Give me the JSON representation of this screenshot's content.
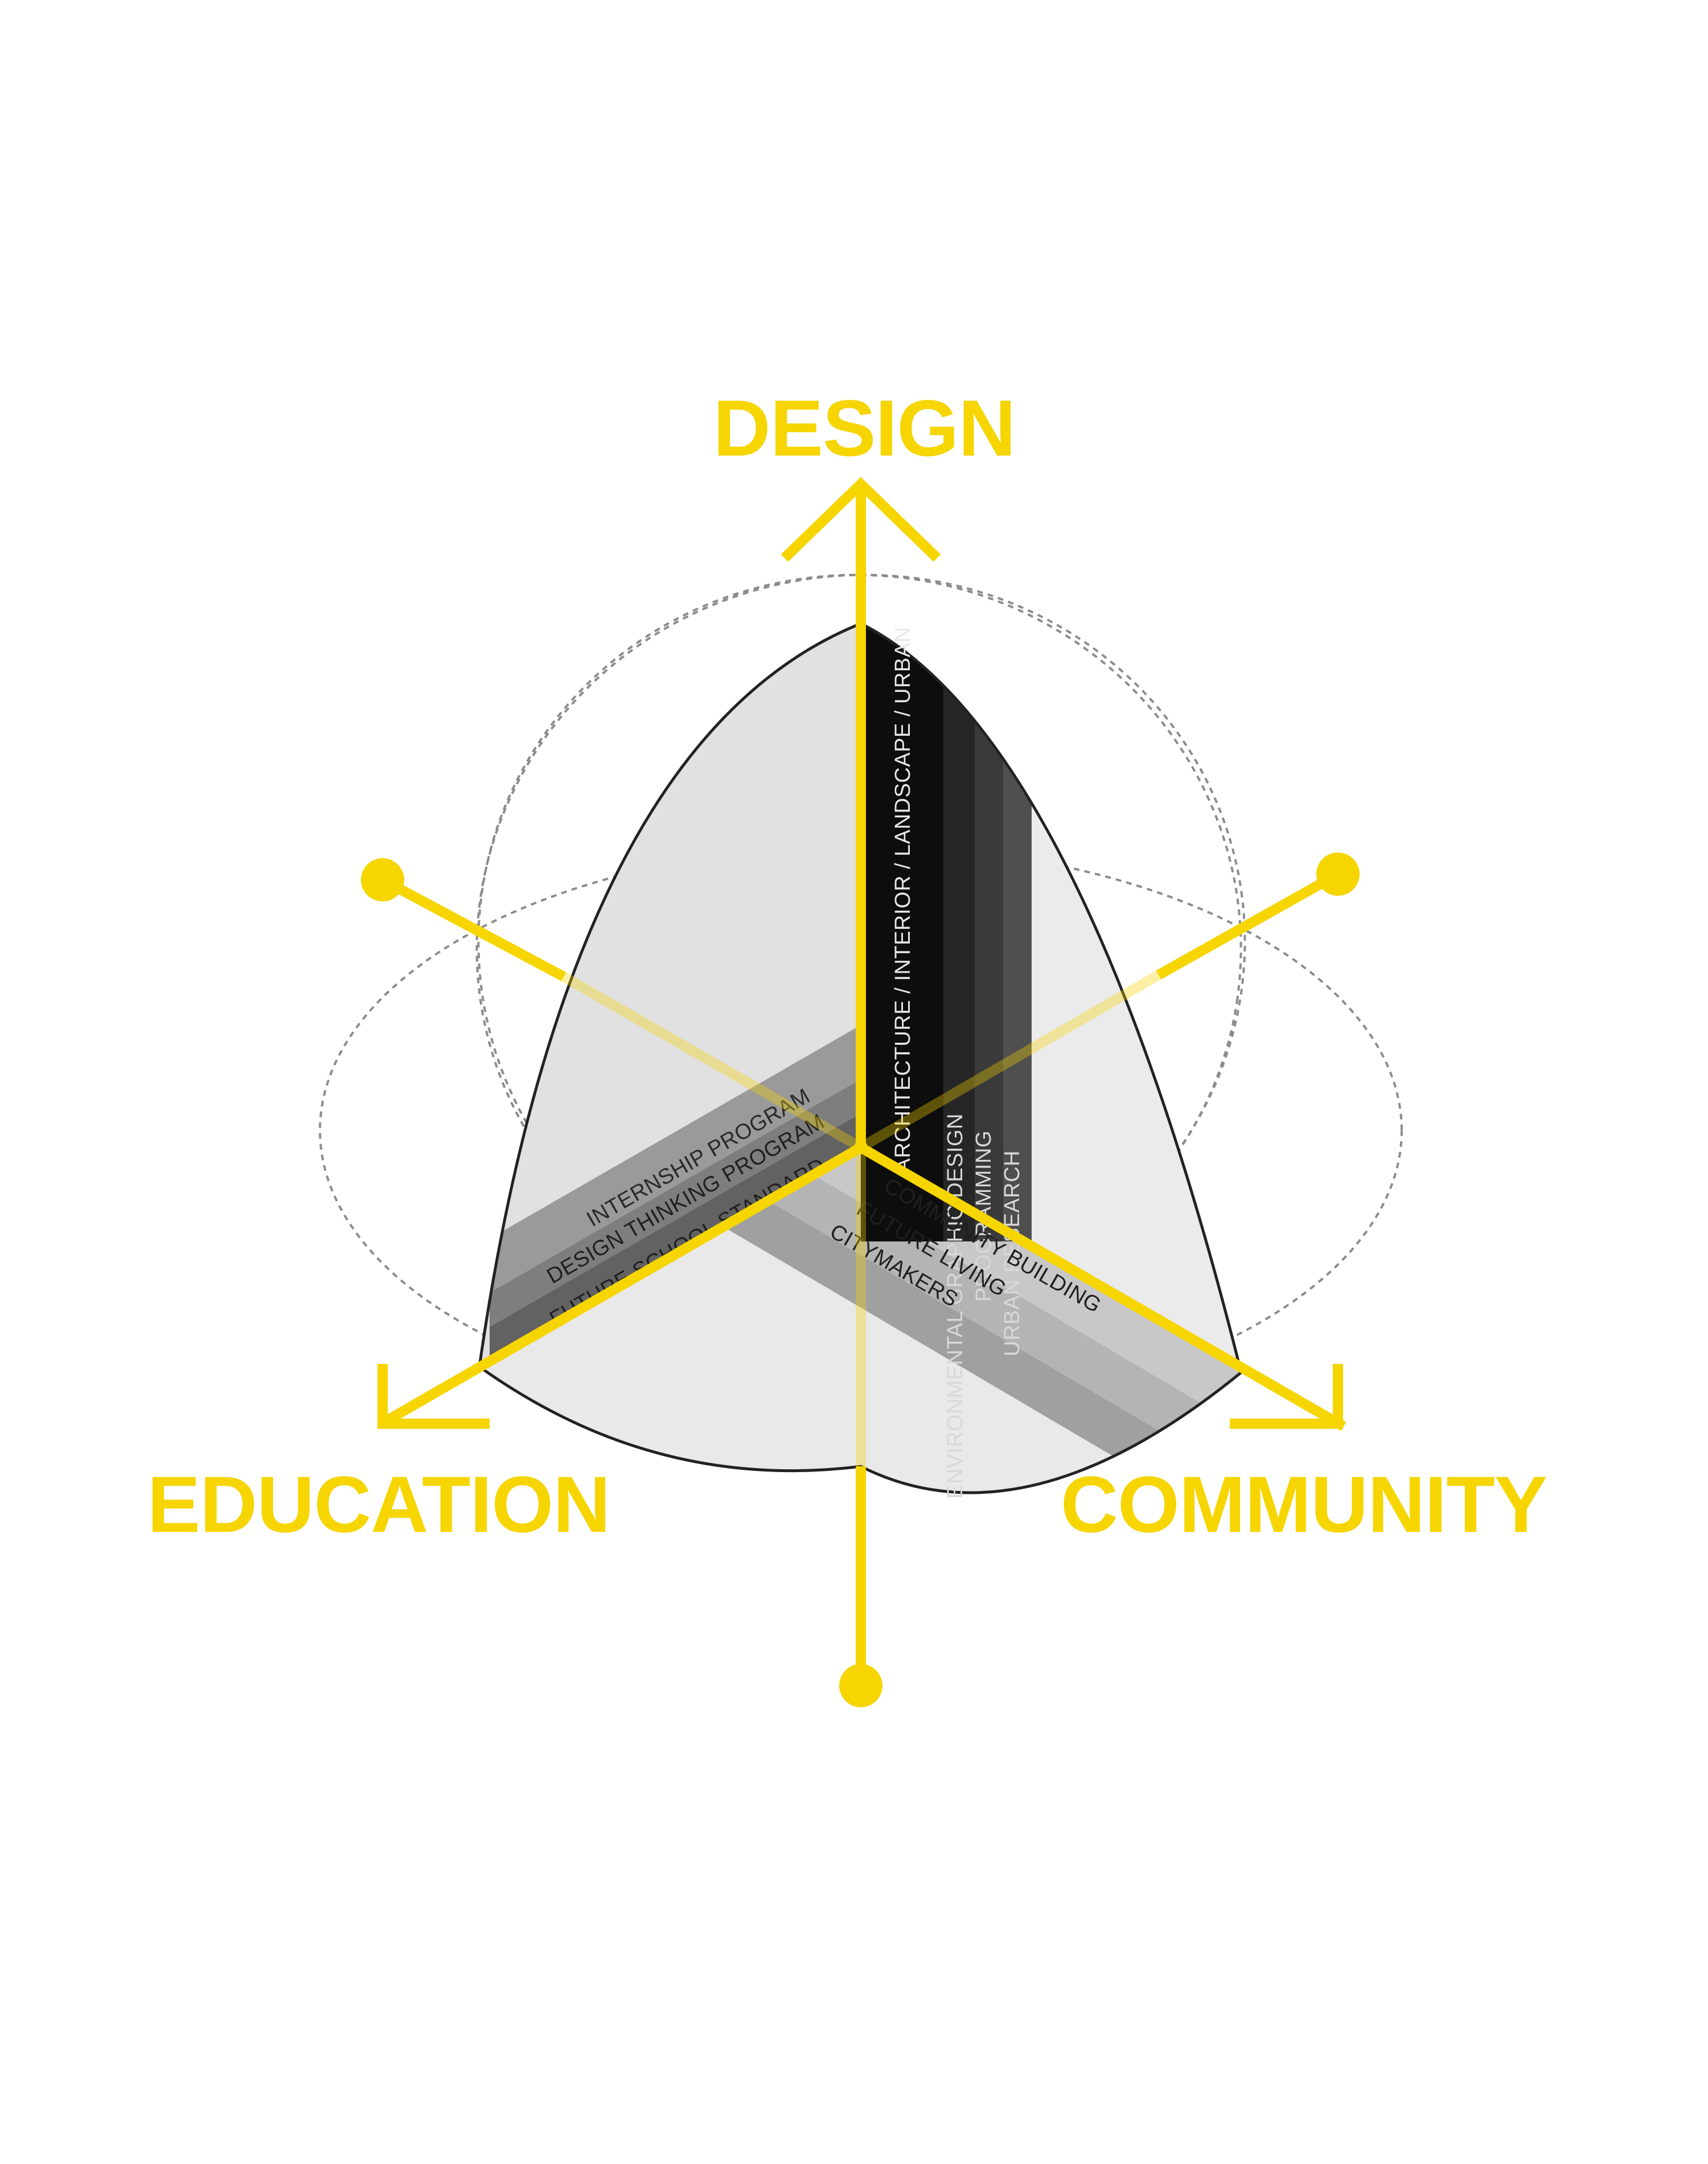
{
  "colors": {
    "accent": "#f6d500",
    "design_band_1": "#0d0d0d",
    "design_band_2": "#262626",
    "design_band_3": "#3a3a3a",
    "design_band_4": "#4f4f4f",
    "education_band_1": "#9a9a9a",
    "education_band_2": "#7e7e7e",
    "education_band_3": "#626262",
    "community_band_1": "#c8c8c8",
    "community_band_2": "#b4b4b4",
    "community_band_3": "#a0a0a0",
    "face_left": "#e1e1e1",
    "face_right": "#ebebeb",
    "face_bottom": "#e9e9e9",
    "outline": "#222222",
    "orbit": "#8c8c8c"
  },
  "axes": {
    "design": {
      "title": "DESIGN",
      "bands": [
        "ARCHITECTURE / INTERIOR / LANDSCAPE / URBAN",
        "ENVIRONMENTAL GRAPHIC DESIGN",
        "PROGRAMMING",
        "URBAN RESEARCH"
      ]
    },
    "education": {
      "title": "EDUCATION",
      "bands": [
        "INTERNSHIP PROGRAM",
        "DESIGN THINKING PROGRAM",
        "FUTURE SCHOOL STANDARD"
      ]
    },
    "community": {
      "title": "COMMUNITY",
      "bands": [
        "COMMUNITY BUILDING",
        "FUTURE LIVING",
        "CITYMAKERS"
      ]
    }
  },
  "icons": {
    "axis_arrowhead": "chevron-arrow-icon",
    "axis_endpoint": "dot-endpoint-icon"
  }
}
